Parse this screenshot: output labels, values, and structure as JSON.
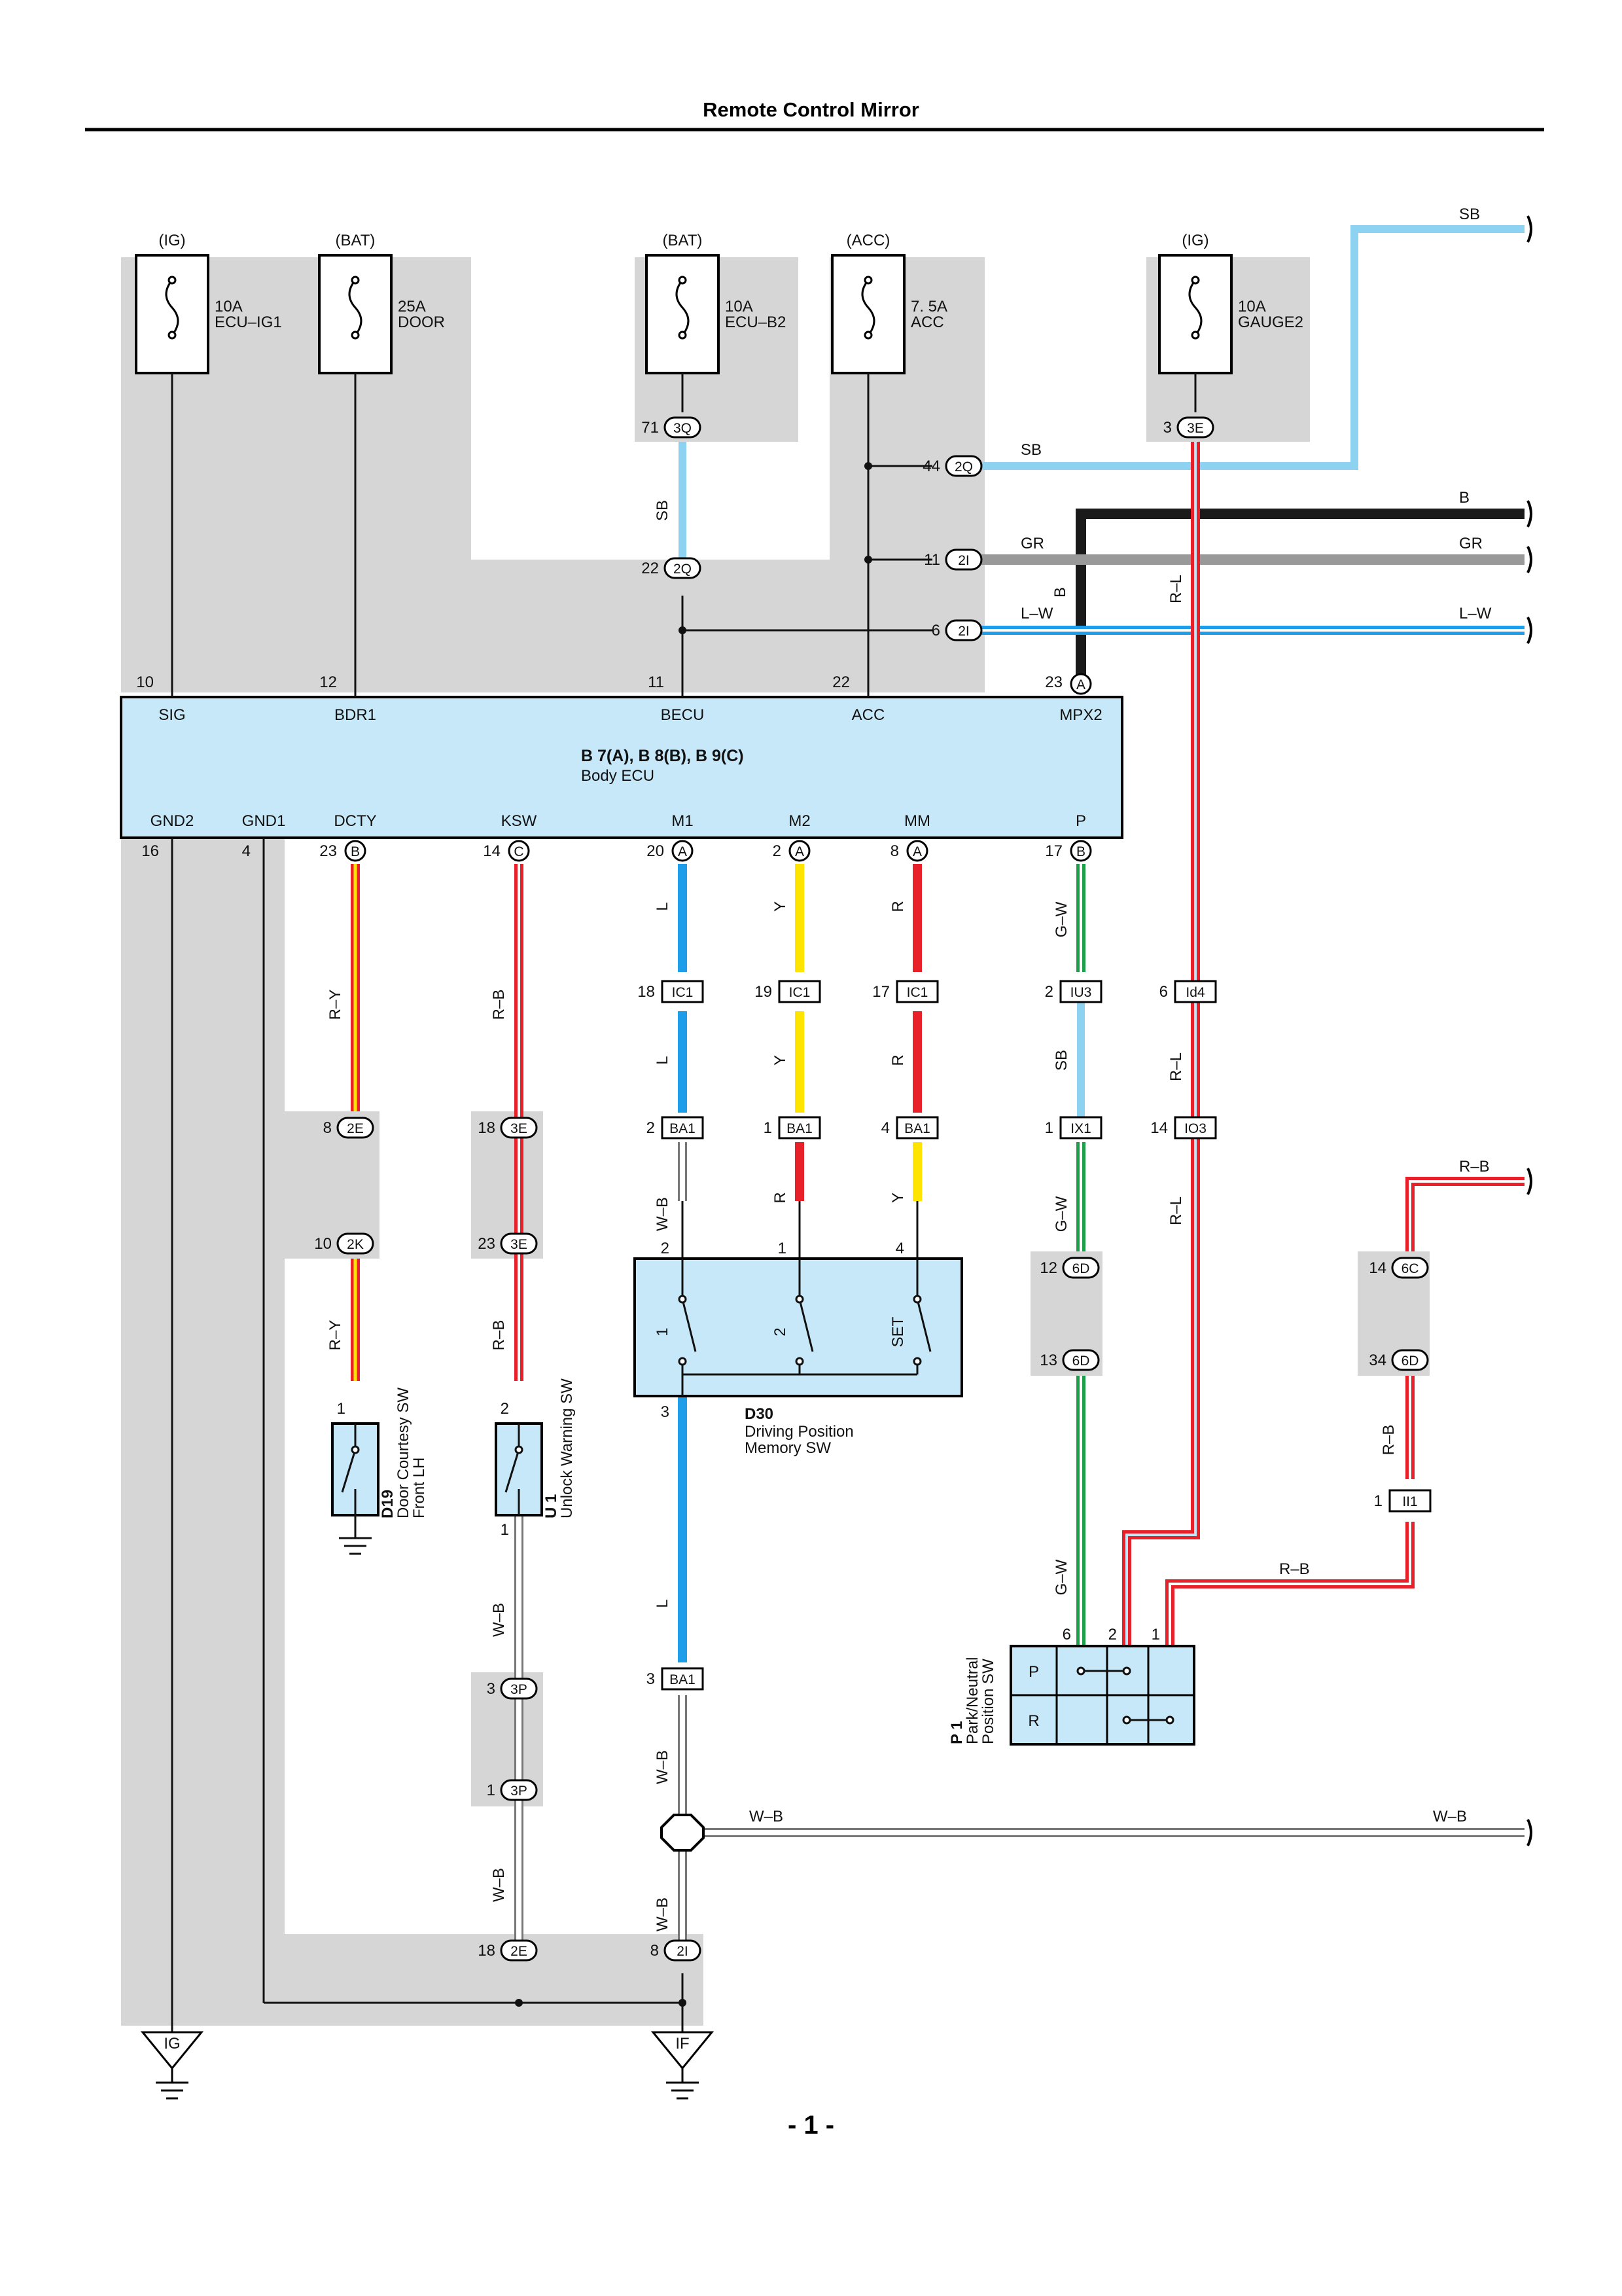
{
  "page": {
    "title": "Remote Control Mirror",
    "page_number": "- 1 -"
  },
  "colors": {
    "shade": "#d6d6d6",
    "ecu_fill": "#c6e8f8",
    "sb": "#8dd2f0",
    "blue": "#1e9ee8",
    "yellow": "#ffe400",
    "red": "#e8202a",
    "green": "#1ea04a",
    "gray": "#999999",
    "black": "#1a1a1a"
  },
  "fuses": [
    {
      "supply": "(IG)",
      "amp": "10A",
      "name": "ECU–IG1"
    },
    {
      "supply": "(BAT)",
      "amp": "25A",
      "name": "DOOR"
    },
    {
      "supply": "(BAT)",
      "amp": "10A",
      "name": "ECU–B2"
    },
    {
      "supply": "(ACC)",
      "amp": "7. 5A",
      "name": "ACC"
    },
    {
      "supply": "(IG)",
      "amp": "10A",
      "name": "GAUGE2"
    }
  ],
  "ecu": {
    "title": "B 7(A), B 8(B), B 9(C)",
    "subtitle": "Body ECU",
    "top_terminals": [
      {
        "label": "SIG",
        "pin": "10"
      },
      {
        "label": "BDR1",
        "pin": "12"
      },
      {
        "label": "BECU",
        "pin": "11"
      },
      {
        "label": "ACC",
        "pin": "22"
      },
      {
        "label": "MPX2",
        "pin": "23",
        "conn": "A"
      }
    ],
    "bottom_terminals": [
      {
        "label": "GND2",
        "pin": "16",
        "conn": ""
      },
      {
        "label": "GND1",
        "pin": "4",
        "conn": ""
      },
      {
        "label": "DCTY",
        "pin": "23",
        "conn": "B"
      },
      {
        "label": "KSW",
        "pin": "14",
        "conn": "C"
      },
      {
        "label": "M1",
        "pin": "20",
        "conn": "A"
      },
      {
        "label": "M2",
        "pin": "2",
        "conn": "A"
      },
      {
        "label": "MM",
        "pin": "8",
        "conn": "A"
      },
      {
        "label": "P",
        "pin": "17",
        "conn": "B"
      }
    ]
  },
  "junction_connectors": [
    {
      "pin": "71",
      "id": "3Q"
    },
    {
      "pin": "22",
      "id": "2Q"
    },
    {
      "pin": "44",
      "id": "2Q"
    },
    {
      "pin": "11",
      "id": "2I"
    },
    {
      "pin": "6",
      "id": "2I"
    },
    {
      "pin": "3",
      "id": "3E"
    },
    {
      "pin": "8",
      "id": "2E"
    },
    {
      "pin": "10",
      "id": "2K"
    },
    {
      "pin": "18",
      "id": "3E"
    },
    {
      "pin": "23",
      "id": "3E"
    },
    {
      "pin": "12",
      "id": "6D"
    },
    {
      "pin": "13",
      "id": "6D"
    },
    {
      "pin": "14",
      "id": "6C"
    },
    {
      "pin": "34",
      "id": "6D"
    },
    {
      "pin": "3",
      "id": "3P"
    },
    {
      "pin": "1",
      "id": "3P"
    },
    {
      "pin": "18",
      "id": "2E"
    },
    {
      "pin": "8",
      "id": "2I"
    }
  ],
  "inline_connectors": [
    {
      "pin": "18",
      "id": "IC1"
    },
    {
      "pin": "19",
      "id": "IC1"
    },
    {
      "pin": "17",
      "id": "IC1"
    },
    {
      "pin": "2",
      "id": "IU3"
    },
    {
      "pin": "6",
      "id": "Id4"
    },
    {
      "pin": "2",
      "id": "BA1"
    },
    {
      "pin": "1",
      "id": "BA1"
    },
    {
      "pin": "4",
      "id": "BA1"
    },
    {
      "pin": "1",
      "id": "IX1"
    },
    {
      "pin": "14",
      "id": "IO3"
    },
    {
      "pin": "1",
      "id": "II1"
    },
    {
      "pin": "3",
      "id": "BA1"
    }
  ],
  "wire_labels": {
    "sb": "SB",
    "b": "B",
    "gr": "GR",
    "lw": "L–W",
    "rl": "R–L",
    "ry": "R–Y",
    "rb": "R–B",
    "l": "L",
    "y": "Y",
    "r": "R",
    "gw": "G–W",
    "wb": "W–B"
  },
  "components": {
    "d30": {
      "code": "D30",
      "name_line1": "Driving Position",
      "name_line2": "Memory SW",
      "pins": [
        "2",
        "1",
        "4",
        "3"
      ],
      "switches": [
        "1",
        "2",
        "SET"
      ]
    },
    "d19": {
      "code": "D19",
      "name_line1": "Door Courtesy SW",
      "name_line2": "Front LH",
      "pin_top": "1"
    },
    "u1": {
      "code": "U 1",
      "name": "Unlock Warning SW",
      "pin_top": "2",
      "pin_bottom": "1"
    },
    "p1": {
      "code": "P 1",
      "name_line1": "Park/Neutral",
      "name_line2": "Position SW",
      "pins": [
        "6",
        "2",
        "1"
      ],
      "rows": [
        "P",
        "R"
      ]
    }
  },
  "grounds": [
    "IG",
    "IF"
  ]
}
